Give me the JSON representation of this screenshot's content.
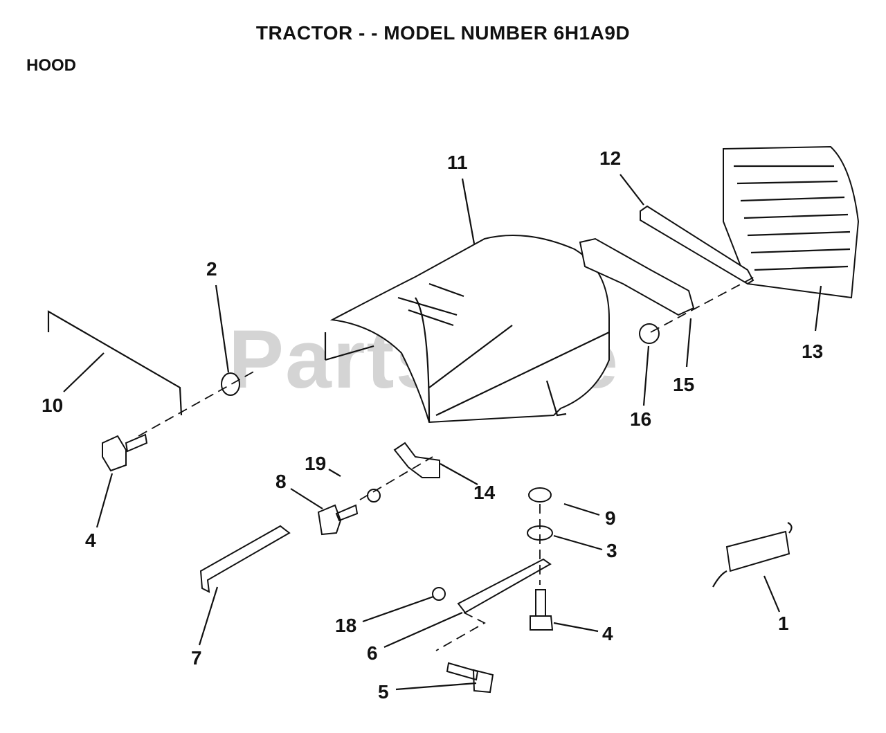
{
  "header": {
    "title": "TRACTOR - - MODEL NUMBER 6H1A9D",
    "section": "HOOD"
  },
  "watermark": "PartsTree",
  "callouts": [
    {
      "label": "1"
    },
    {
      "label": "2"
    },
    {
      "label": "3"
    },
    {
      "label": "4"
    },
    {
      "label": "4"
    },
    {
      "label": "5"
    },
    {
      "label": "6"
    },
    {
      "label": "7"
    },
    {
      "label": "8"
    },
    {
      "label": "9"
    },
    {
      "label": "10"
    },
    {
      "label": "11"
    },
    {
      "label": "12"
    },
    {
      "label": "13"
    },
    {
      "label": "14"
    },
    {
      "label": "15"
    },
    {
      "label": "16"
    },
    {
      "label": "18"
    },
    {
      "label": "19"
    }
  ]
}
